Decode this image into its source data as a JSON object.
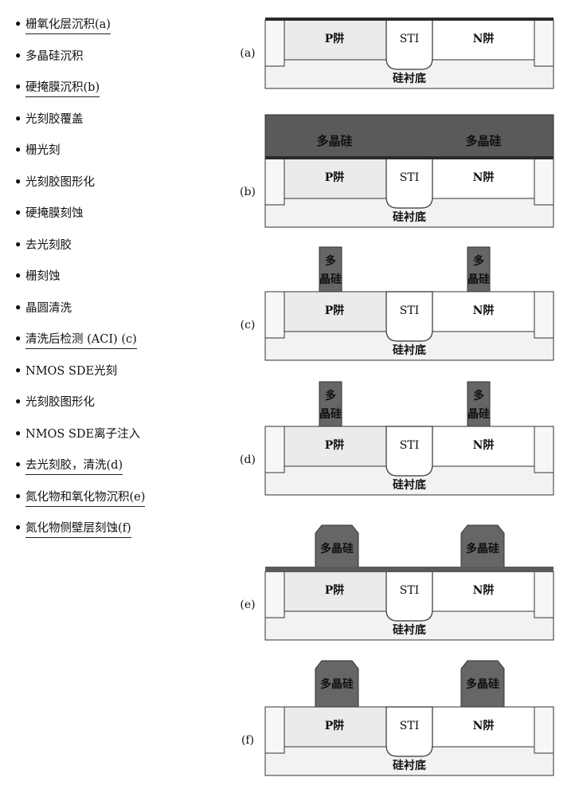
{
  "steps": [
    {
      "text": "栅氧化层沉积(a)",
      "underline": true
    },
    {
      "text": "多晶硅沉积",
      "underline": false
    },
    {
      "text": "硬掩膜沉积(b)",
      "underline": true
    },
    {
      "text": "光刻胶覆盖",
      "underline": false
    },
    {
      "text": "栅光刻",
      "underline": false
    },
    {
      "text": "光刻胶图形化",
      "underline": false
    },
    {
      "text": "硬掩膜刻蚀",
      "underline": false
    },
    {
      "text": "去光刻胶",
      "underline": false
    },
    {
      "text": "栅刻蚀",
      "underline": false
    },
    {
      "text": "晶圆清洗",
      "underline": false
    },
    {
      "text": "清洗后检测 (ACI) (c)",
      "underline": true
    },
    {
      "text": "NMOS SDE光刻",
      "underline": false
    },
    {
      "text": "光刻胶图形化",
      "underline": false
    },
    {
      "text": "NMOS SDE离子注入",
      "underline": false
    },
    {
      "text": "去光刻胶，清洗(d)",
      "underline": true
    },
    {
      "text": "氮化物和氧化物沉积(e)",
      "underline": true
    },
    {
      "text": "氮化物侧壁层刻蚀(f)",
      "underline": true
    }
  ],
  "bullet": "•",
  "labels": {
    "pwell": "P阱",
    "nwell": "N阱",
    "sti": "STI",
    "substrate": "硅衬底",
    "poly": "多晶硅",
    "poly_line1": "多",
    "poly_line2": "晶硅"
  },
  "panels": [
    {
      "id": "a",
      "label": "(a)",
      "layer": "oxide",
      "gates": "none"
    },
    {
      "id": "b",
      "label": "(b)",
      "layer": "poly",
      "gates": "none"
    },
    {
      "id": "c",
      "label": "(c)",
      "layer": "none",
      "gates": "narrow"
    },
    {
      "id": "d",
      "label": "(d)",
      "layer": "none",
      "gates": "narrow"
    },
    {
      "id": "e",
      "label": "(e)",
      "layer": "nitride",
      "gates": "wide"
    },
    {
      "id": "f",
      "label": "(f)",
      "layer": "none",
      "gates": "wide"
    }
  ],
  "colors": {
    "pwell_fill": "#ebebeb",
    "substrate_fill": "#f2f2f2",
    "nwell_fill": "#ffffff",
    "poly_fill": "#5a5a5a",
    "gate_fill": "#666666",
    "oxide_fill": "#2a2a2a",
    "outline": "#333333"
  }
}
